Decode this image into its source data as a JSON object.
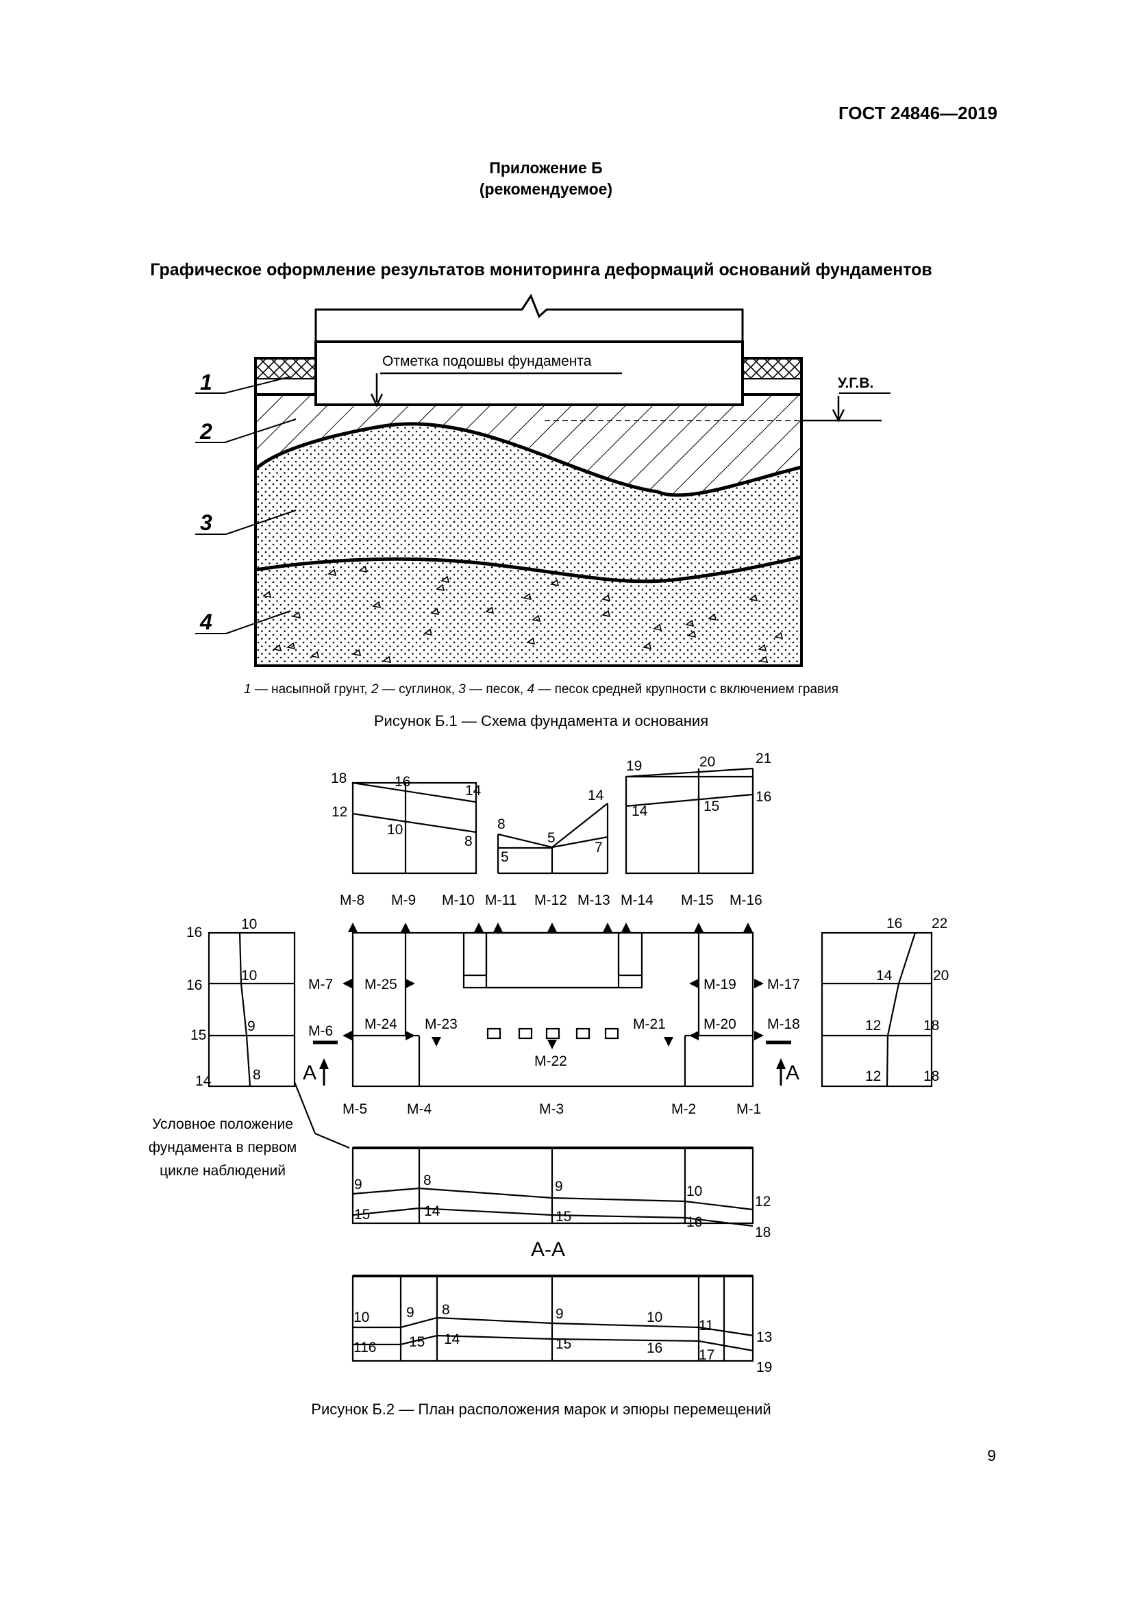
{
  "header": {
    "doc_code": "ГОСТ 24846—2019"
  },
  "appendix": {
    "title": "Приложение Б",
    "subtitle": "(рекомендуемое)"
  },
  "section_title": "Графическое оформление результатов мониторинга деформаций оснований фундаментов",
  "figure1": {
    "foundation_label": "Отметка подошвы фундамента",
    "groundwater_label": "У.Г.В.",
    "layer_numbers": [
      "1",
      "2",
      "3",
      "4"
    ],
    "legend": [
      {
        "num": "1",
        "text": " — насыпной грунт, "
      },
      {
        "num": "2",
        "text": " — суглинок, "
      },
      {
        "num": "3",
        "text": " — песок, "
      },
      {
        "num": "4",
        "text": " — песок средней крупности с включением гравия"
      }
    ],
    "caption": "Рисунок Б.1 — Схема фундамента и основания"
  },
  "figure2": {
    "top_epures": {
      "left": [
        "18",
        "16",
        "14",
        "12",
        "10",
        "8"
      ],
      "middle": [
        "8",
        "14",
        "5",
        "5",
        "7"
      ],
      "right": [
        "19",
        "20",
        "21",
        "14",
        "15",
        "16"
      ]
    },
    "marks_top": [
      "М-8",
      "М-9",
      "М-10",
      "М-11",
      "М-12",
      "М-13",
      "М-14",
      "М-15",
      "М-16"
    ],
    "marks_sides": [
      "М-7",
      "М-25",
      "М-19",
      "М-17",
      "М-6",
      "М-24",
      "М-23",
      "М-21",
      "М-20",
      "М-18",
      "М-22"
    ],
    "marks_bottom": [
      "М-5",
      "М-4",
      "М-3",
      "М-2",
      "М-1"
    ],
    "section_marker": "А",
    "left_epure": [
      "16",
      "10",
      "16",
      "10",
      "15",
      "9",
      "14",
      "8"
    ],
    "right_epure": [
      "16",
      "22",
      "14",
      "20",
      "12",
      "18",
      "12",
      "18"
    ],
    "bottom_epure": [
      "9",
      "8",
      "9",
      "10",
      "12",
      "15",
      "14",
      "15",
      "16",
      "18"
    ],
    "note": [
      "Условное положение",
      "фундамента в первом",
      "цикле наблюдений"
    ],
    "section_title": "А-А",
    "section_epure": [
      "10",
      "9",
      "8",
      "9",
      "10",
      "11",
      "13",
      "116",
      "15",
      "14",
      "15",
      "16",
      "17",
      "19"
    ],
    "caption": "Рисунок Б.2 — План расположения марок и эпюры перемещений"
  },
  "page_number": "9"
}
